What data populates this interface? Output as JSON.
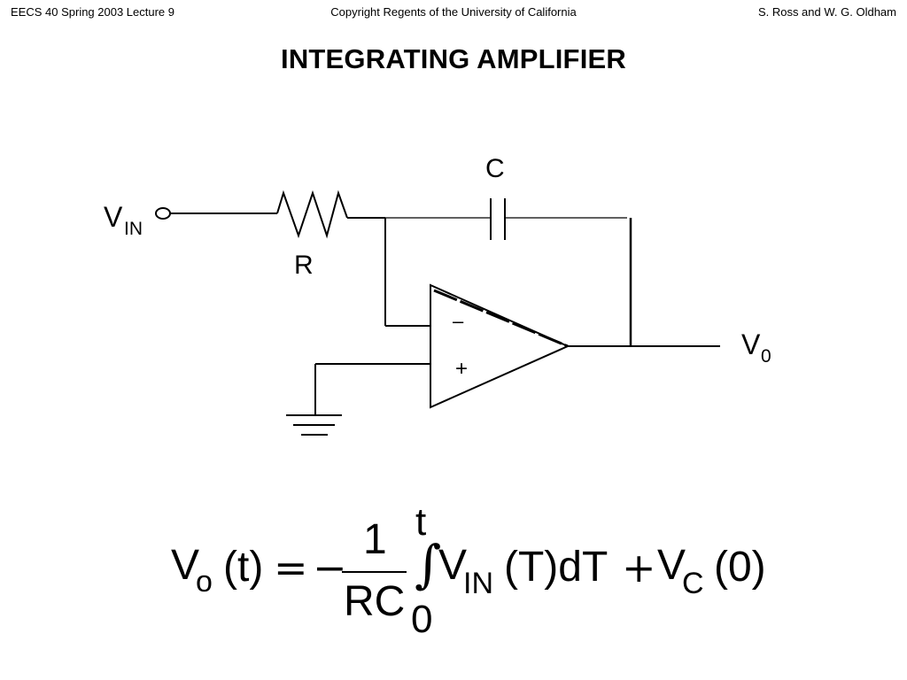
{
  "header": {
    "left": "EECS 40 Spring 2003 Lecture 9",
    "center": "Copyright Regents of the University of California",
    "right": "S. Ross and W. G. Oldham"
  },
  "title": "INTEGRATING AMPLIFIER",
  "circuit": {
    "vin_main": "V",
    "vin_sub": "IN",
    "resistor_label": "R",
    "capacitor_label": "C",
    "minus_label": "–",
    "plus_label": "+",
    "vout_main": "V",
    "vout_sub": "0"
  },
  "equation": {
    "lhs_v": "V",
    "lhs_sub": "o",
    "lhs_arg": "(t)",
    "equals": "=",
    "minus": "−",
    "numerator": "1",
    "denominator": "RC",
    "integral": "∫",
    "upper_limit": "t",
    "lower_limit": "0",
    "integrand_v": "V",
    "integrand_sub": "IN",
    "integrand_rest": "(T)dT",
    "plus": "+",
    "vc_v": "V",
    "vc_sub": "C",
    "vc_arg": "(0)"
  }
}
